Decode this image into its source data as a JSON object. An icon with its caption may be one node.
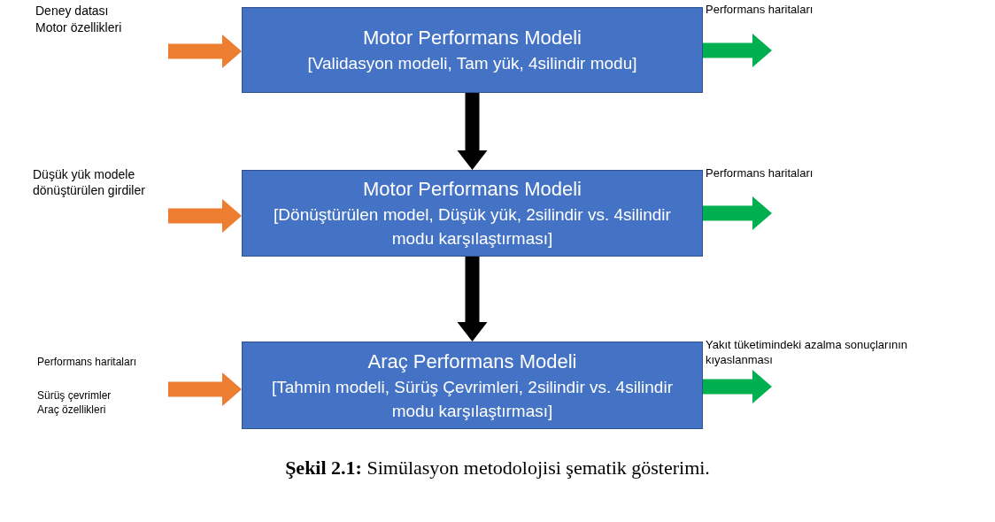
{
  "diagram": {
    "caption": "**Şekil 2.1:** Simülasyon metodolojisi şematik gösterimi.",
    "nodes": [
      {
        "text": [
          "Motor Performans Modeli",
          "[Validasyon modeli, Tam yük, 4silindir modu]"
        ]
      },
      {
        "text": [
          "Motor Performans Modeli",
          "[Dönüştürülen model, Düşük yük, 2silindir vs. 4silindir modu karşılaştırması]"
        ]
      },
      {
        "text": [
          "Araç Performans Modeli",
          "[Tahmin modeli, Sürüş Çevrimleri, 2silindir vs. 4silindir modu karşılaştırması]"
        ]
      }
    ],
    "edges": [
      {
        "from": null,
        "to": 0,
        "arrow": "to",
        "style": "thick",
        "color": "#ed7d31"
      },
      {
        "from": 0,
        "to": null,
        "arrow": "to",
        "style": "thick",
        "color": "#00b050"
      },
      {
        "from": 0,
        "to": 1,
        "arrow": "to",
        "style": "thick",
        "color": "#000000"
      },
      {
        "from": null,
        "to": 1,
        "arrow": "to",
        "style": "thick",
        "color": "#ed7d31"
      },
      {
        "from": 1,
        "to": null,
        "arrow": "to",
        "style": "thick",
        "color": "#00b050"
      },
      {
        "from": 1,
        "to": 2,
        "arrow": "to",
        "style": "thick",
        "color": "#000000"
      },
      {
        "from": null,
        "to": 2,
        "arrow": "to",
        "style": "thick",
        "color": "#ed7d31"
      },
      {
        "from": 2,
        "to": null,
        "arrow": "to",
        "style": "thick",
        "color": "#00b050"
      }
    ],
    "labels": [
      "Deney datası",
      "Motor özellikleri",
      "Performans haritaları",
      "Düşük yük modele dönüştürülen girdiler",
      "Performans haritaları",
      "Performans haritaları",
      "Yakıt tüketimindeki azalma sonuçlarının kıyaslanması",
      "Sürüş çevrimler Araç özellikleri"
    ]
  }
}
